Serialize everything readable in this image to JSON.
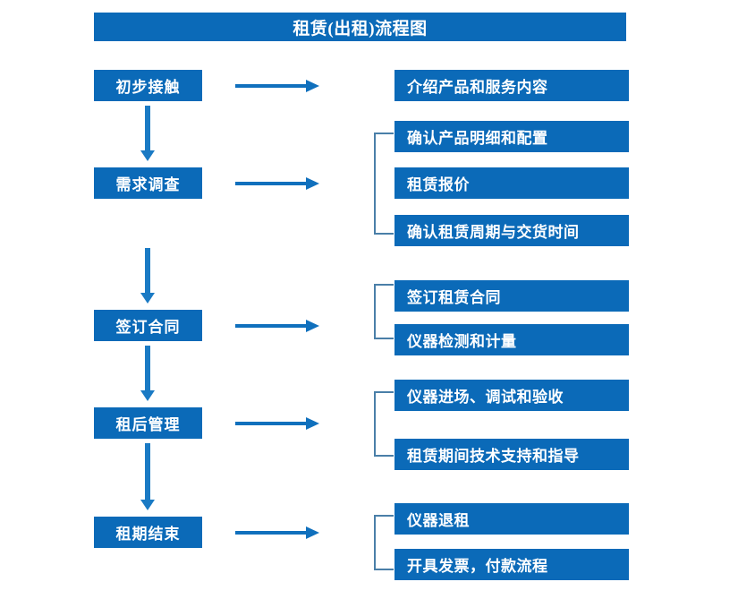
{
  "title": "租赁(出租)流程图",
  "colors": {
    "box_fill": "#0b6ab8",
    "box_text": "#ffffff",
    "arrow": "#1070bd",
    "vertical_arrow": "#1a7ac4",
    "bracket": "#4a7fa8",
    "background": "#ffffff"
  },
  "stages": [
    {
      "label": "初步接触"
    },
    {
      "label": "需求调查"
    },
    {
      "label": "签订合同"
    },
    {
      "label": "租后管理"
    },
    {
      "label": "租期结束"
    }
  ],
  "details": [
    {
      "label": "介绍产品和服务内容"
    },
    {
      "label": "确认产品明细和配置"
    },
    {
      "label": "租赁报价"
    },
    {
      "label": "确认租赁周期与交货时间"
    },
    {
      "label": "签订租赁合同"
    },
    {
      "label": "仪器检测和计量"
    },
    {
      "label": "仪器进场、调试和验收"
    },
    {
      "label": "租赁期间技术支持和指导"
    },
    {
      "label": "仪器退租"
    },
    {
      "label": "开具发票，付款流程"
    }
  ],
  "chart_data": {
    "type": "flowchart",
    "title": "租赁(出租)流程图",
    "orientation": "vertical-stages-with-horizontal-details",
    "stage_count": 5,
    "detail_count": 10,
    "nodes": [
      {
        "stage": "初步接触",
        "details": [
          "介绍产品和服务内容"
        ],
        "bracketed": false
      },
      {
        "stage": "需求调查",
        "details": [
          "确认产品明细和配置",
          "租赁报价",
          "确认租赁周期与交货时间"
        ],
        "bracketed": true
      },
      {
        "stage": "签订合同",
        "details": [
          "签订租赁合同",
          "仪器检测和计量"
        ],
        "bracketed": true
      },
      {
        "stage": "租后管理",
        "details": [
          "仪器进场、调试和验收",
          "租赁期间技术支持和指导"
        ],
        "bracketed": true
      },
      {
        "stage": "租期结束",
        "details": [
          "仪器退租",
          "开具发票，付款流程"
        ],
        "bracketed": true
      }
    ],
    "edges": [
      {
        "from": "初步接触",
        "to": "需求调查",
        "type": "vertical-arrow"
      },
      {
        "from": "需求调查",
        "to": "签订合同",
        "type": "vertical-arrow"
      },
      {
        "from": "签订合同",
        "to": "租后管理",
        "type": "vertical-arrow"
      },
      {
        "from": "租后管理",
        "to": "租期结束",
        "type": "vertical-arrow"
      },
      {
        "from": "初步接触",
        "to": "details-1",
        "type": "horizontal-arrow"
      },
      {
        "from": "需求调查",
        "to": "details-2",
        "type": "horizontal-arrow"
      },
      {
        "from": "签订合同",
        "to": "details-3",
        "type": "horizontal-arrow"
      },
      {
        "from": "租后管理",
        "to": "details-4",
        "type": "horizontal-arrow"
      },
      {
        "from": "租期结束",
        "to": "details-5",
        "type": "horizontal-arrow"
      }
    ]
  }
}
